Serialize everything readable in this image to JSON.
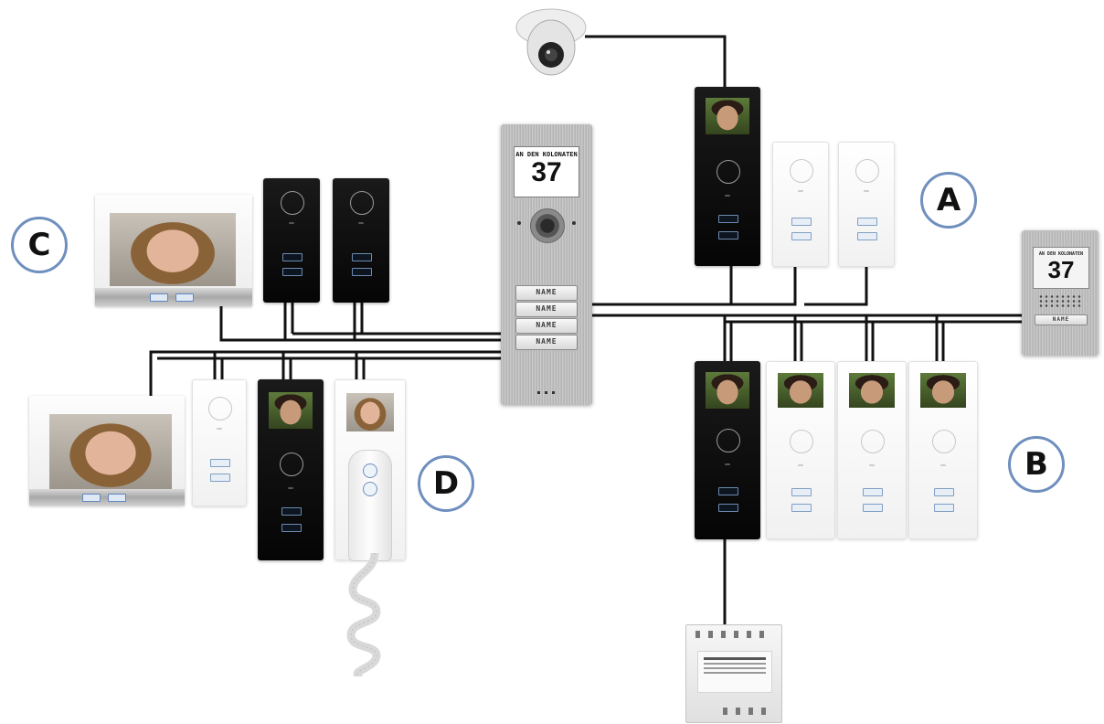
{
  "labels": {
    "a": "A",
    "b": "B",
    "c": "C",
    "d": "D"
  },
  "door_station": {
    "header": "AN DEN KOLONATEN",
    "number": "37",
    "name_buttons": [
      "NAME",
      "NAME",
      "NAME",
      "NAME"
    ]
  },
  "small_door_station": {
    "header": "AN DEN KOLONATEN",
    "number": "37",
    "name_button": "NAME"
  },
  "colors": {
    "wire": "#111111",
    "badge_ring": "#6f8fbe",
    "button_accent": "#6c8bb0"
  }
}
